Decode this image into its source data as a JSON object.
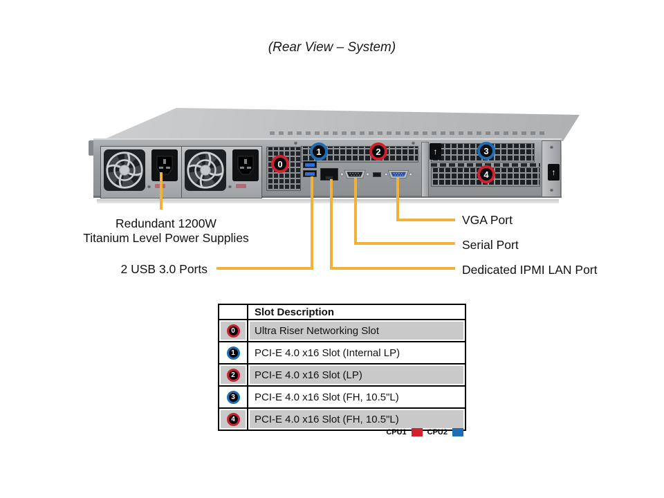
{
  "title": "(Rear View – System)",
  "colors": {
    "yellow": "#F2B138",
    "red": "#D1202F",
    "blue": "#1E6EB6",
    "row-gray": "#C9C9C9"
  },
  "diagram": {
    "callouts": [
      {
        "num": "0",
        "cpu": "CPU1"
      },
      {
        "num": "1",
        "cpu": "CPU2"
      },
      {
        "num": "2",
        "cpu": "CPU1"
      },
      {
        "num": "3",
        "cpu": "CPU2"
      },
      {
        "num": "4",
        "cpu": "CPU1"
      }
    ],
    "labels": {
      "psu_line1": "Redundant 1200W",
      "psu_line2": "Titanium Level Power Supplies",
      "usb": "2 USB 3.0 Ports",
      "vga": "VGA Port",
      "serial": "Serial Port",
      "ipmi": "Dedicated IPMI LAN Port"
    },
    "arrow_glyph": "↑"
  },
  "table": {
    "header": "Slot Description",
    "rows": [
      {
        "num": "0",
        "description": "Ultra Riser Networking Slot"
      },
      {
        "num": "1",
        "description": "PCI-E 4.0 x16 Slot (Internal LP)"
      },
      {
        "num": "2",
        "description": "PCI-E 4.0 x16 Slot (LP)"
      },
      {
        "num": "3",
        "description": "PCI-E 4.0 x16 Slot (FH, 10.5\"L)"
      },
      {
        "num": "4",
        "description": "PCI-E 4.0 x16 Slot (FH, 10.5\"L)"
      }
    ]
  },
  "legend": [
    {
      "label": "CPU1"
    },
    {
      "label": "CPU2"
    }
  ]
}
